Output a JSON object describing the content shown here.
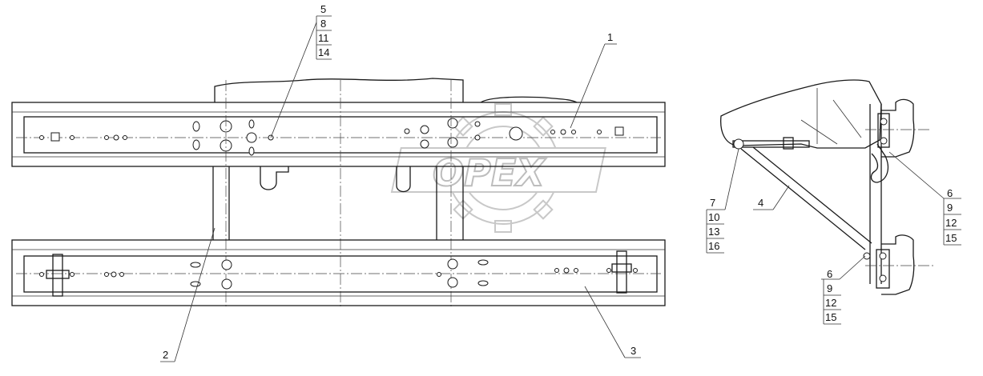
{
  "watermark": {
    "text": "OPEX"
  },
  "callouts": {
    "c1": "1",
    "c2": "2",
    "c3": "3",
    "c4": "4",
    "c5": [
      "5",
      "8",
      "11",
      "14"
    ],
    "c6a": [
      "6",
      "9",
      "12",
      "15"
    ],
    "c6b": [
      "6",
      "9",
      "12",
      "15"
    ],
    "c7": [
      "7",
      "10",
      "13",
      "16"
    ]
  }
}
